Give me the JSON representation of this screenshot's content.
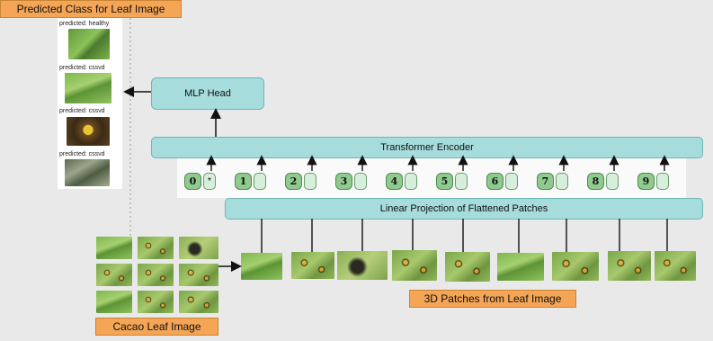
{
  "labels": {
    "predicted_class": "Predicted Class for Leaf Image",
    "mlp_head": "MLP Head",
    "transformer_encoder": "Transformer Encoder",
    "linear_projection": "Linear Projection of Flattened Patches",
    "patches_3d": "3D Patches from Leaf Image",
    "cacao_leaf": "Cacao Leaf Image"
  },
  "predictions": [
    {
      "caption": "predicted: healthy",
      "icon": "leaf-healthy-image"
    },
    {
      "caption": "predicted: cssvd",
      "icon": "leaf-cssvd-image"
    },
    {
      "caption": "predicted: cssvd",
      "icon": "leaf-cssvd-image"
    },
    {
      "caption": "predicted: cssvd",
      "icon": "leaf-cssvd-image"
    }
  ],
  "tokens": [
    "0",
    "1",
    "2",
    "3",
    "4",
    "5",
    "6",
    "7",
    "8",
    "9"
  ],
  "class_token_symbol": "*",
  "colors": {
    "orange": "#f4a556",
    "teal": "#a6dcdc",
    "token_green": "#8fca8f",
    "background": "#e9e9e9"
  }
}
